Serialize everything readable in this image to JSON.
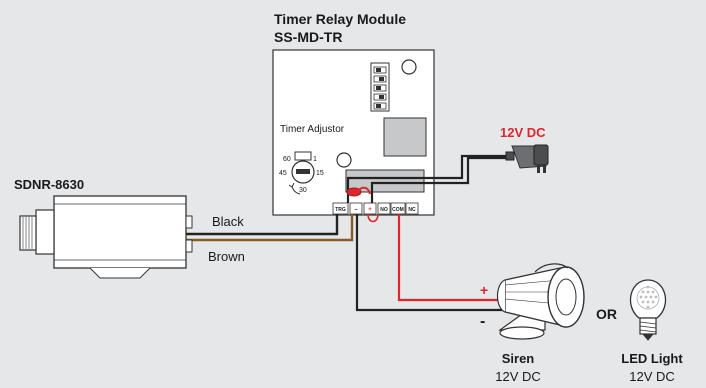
{
  "module": {
    "title_line1": "Timer Relay Module",
    "title_line2": "SS-MD-TR",
    "adjustor_label": "Timer Adjustor",
    "dial": {
      "t60": "60",
      "t1": "1",
      "t45": "45",
      "t15": "15",
      "t30": "30"
    },
    "terminals": [
      "TRG",
      "–",
      "+",
      "NO",
      "COM",
      "NC"
    ]
  },
  "power": {
    "label": "12V DC",
    "color": "#e0262b"
  },
  "camera": {
    "model": "SDNR-8630"
  },
  "wires": {
    "black": "Black",
    "brown": "Brown"
  },
  "siren": {
    "name": "Siren",
    "voltage": "12V DC",
    "plus": "+",
    "minus": "-"
  },
  "or_label": "OR",
  "led": {
    "name": "LED Light",
    "voltage": "12V DC"
  }
}
